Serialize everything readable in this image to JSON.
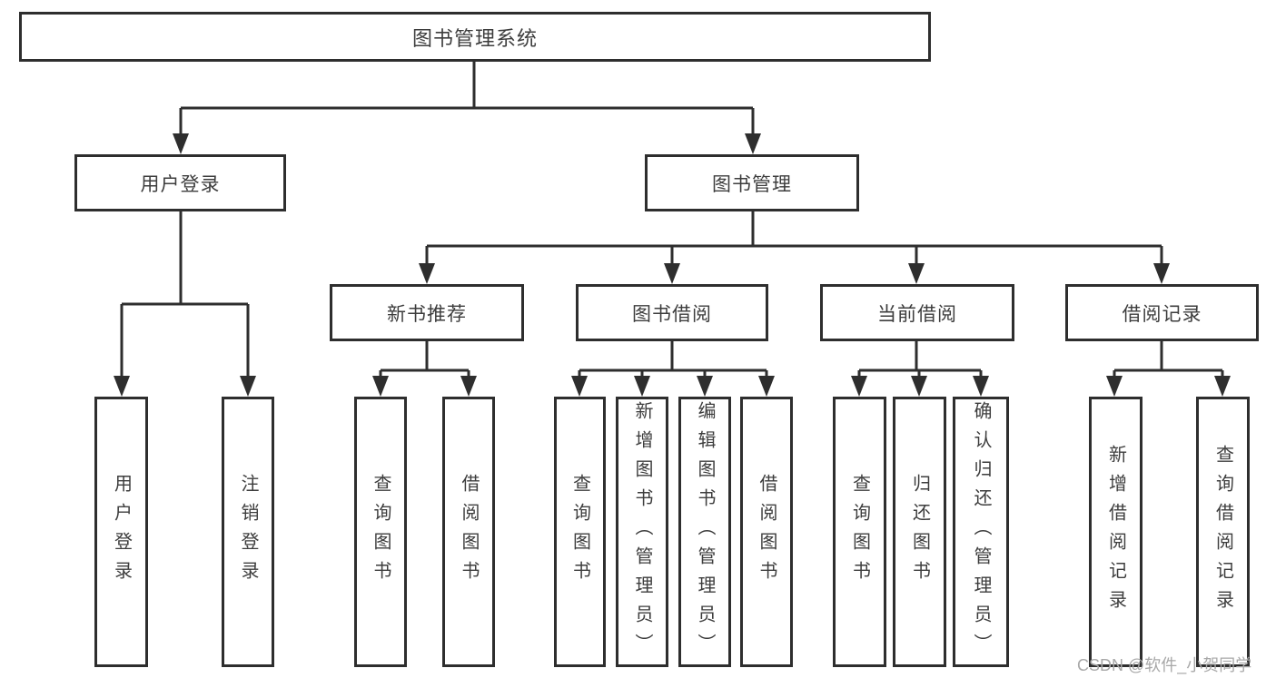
{
  "colors": {
    "line": "#2e2e2e",
    "text": "#3d3d3d",
    "watermark": "#a8a8a8",
    "background": "#ffffff"
  },
  "watermark": {
    "text": "CSDN @软件_小贺同学"
  },
  "tree": {
    "label": "图书管理系统",
    "children": [
      {
        "label": "用户登录",
        "children": [
          {
            "label": "用户登录"
          },
          {
            "label": "注销登录"
          }
        ]
      },
      {
        "label": "图书管理",
        "children": [
          {
            "label": "新书推荐",
            "children": [
              {
                "label": "查询图书"
              },
              {
                "label": "借阅图书"
              }
            ]
          },
          {
            "label": "图书借阅",
            "children": [
              {
                "label": "查询图书"
              },
              {
                "label": "新增图书（管理员）"
              },
              {
                "label": "编辑图书（管理员）"
              },
              {
                "label": "借阅图书"
              }
            ]
          },
          {
            "label": "当前借阅",
            "children": [
              {
                "label": "查询图书"
              },
              {
                "label": "归还图书"
              },
              {
                "label": "确认归还（管理员）"
              }
            ]
          },
          {
            "label": "借阅记录",
            "children": [
              {
                "label": "新增借阅记录"
              },
              {
                "label": "查询借阅记录"
              }
            ]
          }
        ]
      }
    ]
  }
}
